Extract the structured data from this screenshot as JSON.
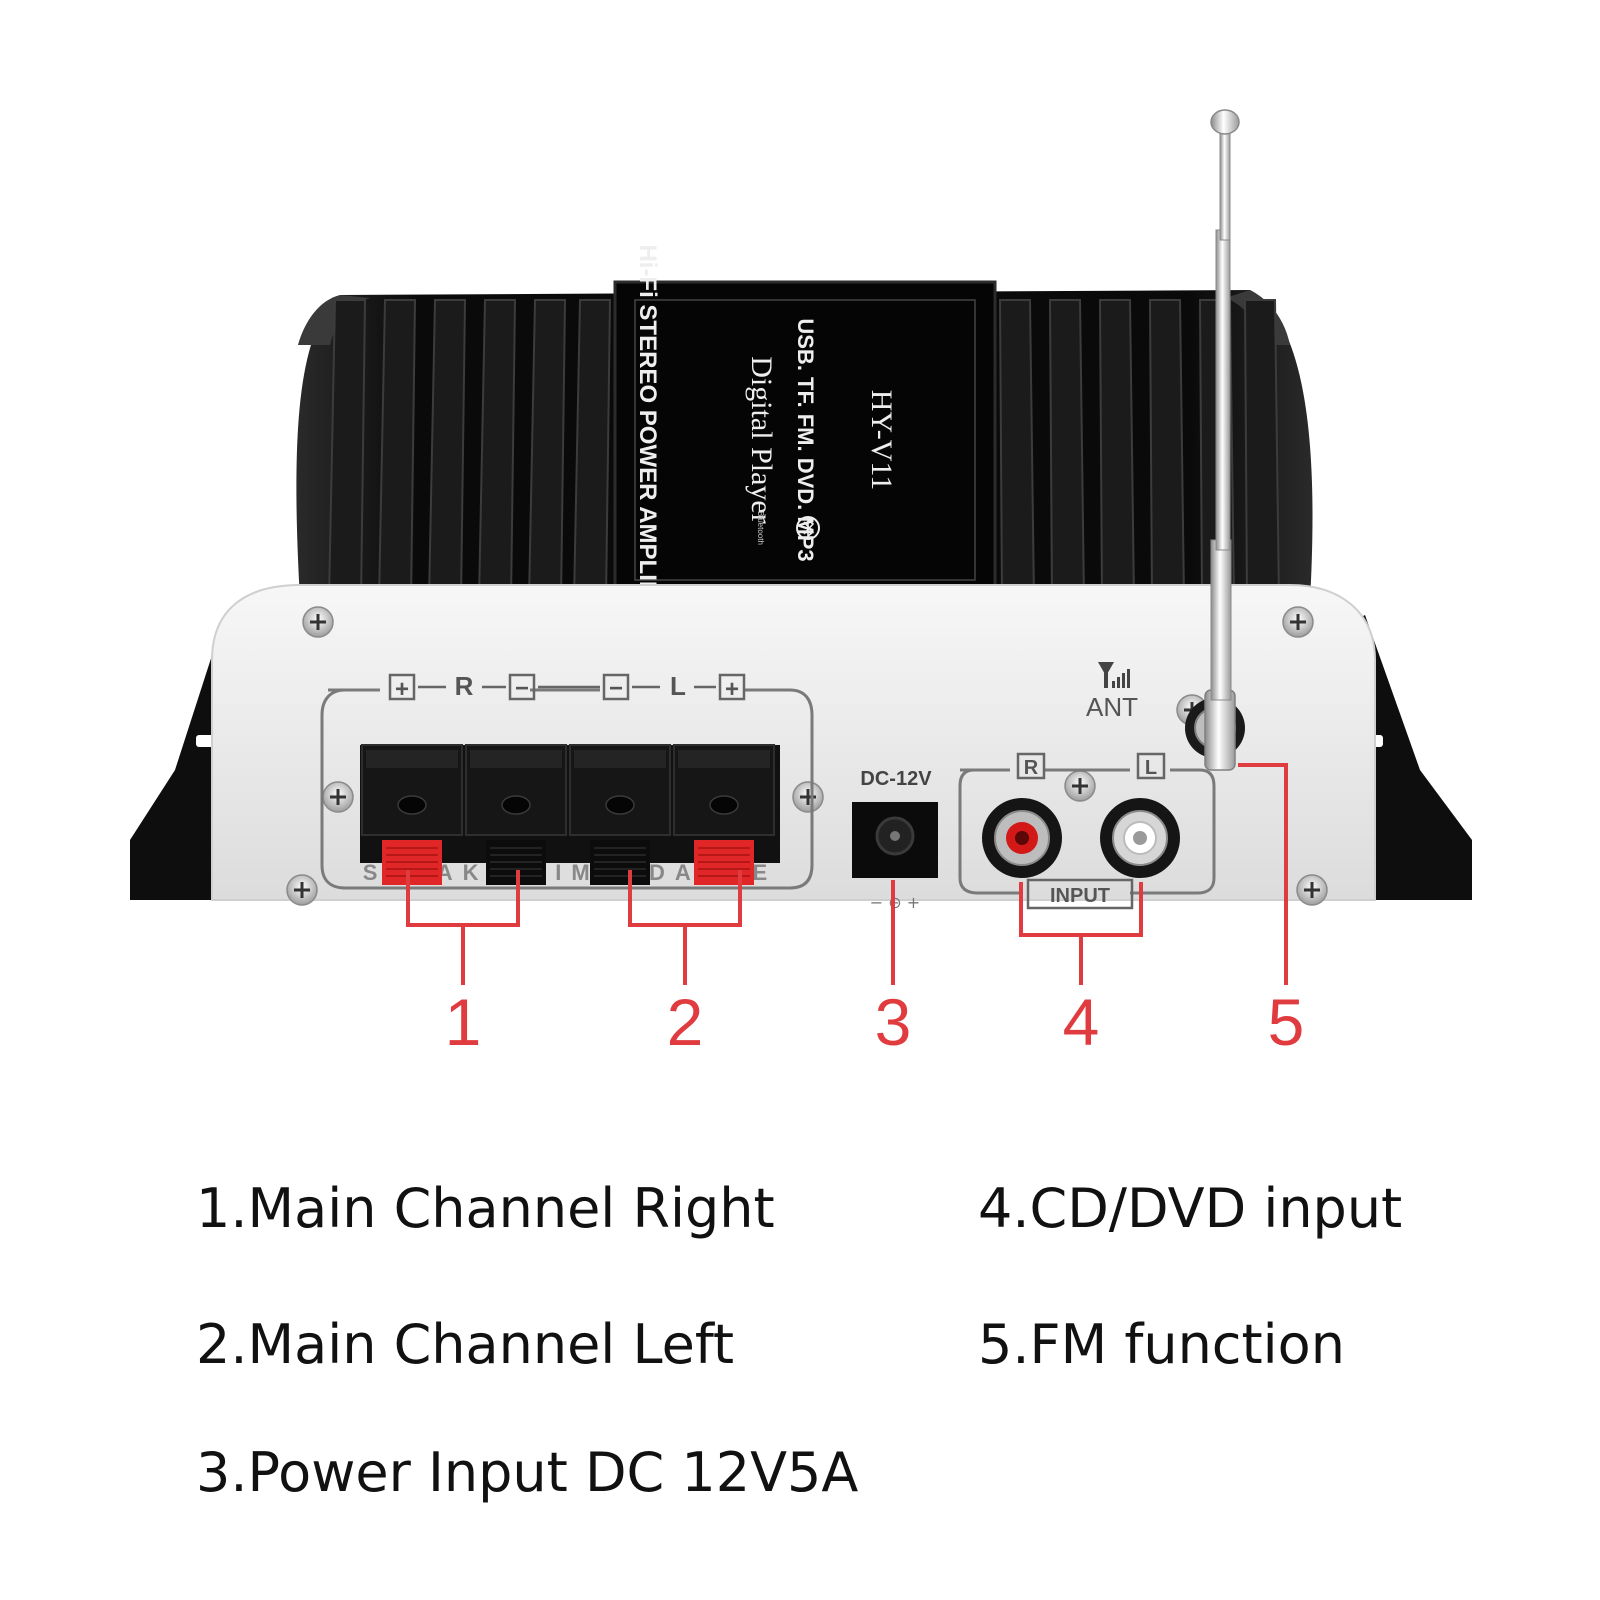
{
  "colors": {
    "callout": "#e03c3f",
    "housing": "#0d0d0d",
    "panel": "#ececec",
    "fins": "#1b1b1b"
  },
  "device": {
    "model": "HY-V11",
    "top_line": "USB. TF. FM. DVD. MP3",
    "player": "Digital Player",
    "amp": "Hi-Fi STEREO POWER AMPLIFIER",
    "bt_icon": "bluetooth-icon",
    "bt_text": "Bluetooth",
    "speaker_plus": "+",
    "speaker_minus": "−",
    "speaker_r": "R",
    "speaker_l": "L",
    "terminal_text": "SPEAKER IMPEDANCE",
    "dc_label": "DC-12V",
    "dc_polarity": "−  ⊖  +",
    "input_r": "R",
    "input_l": "L",
    "input_label": "INPUT",
    "ant_label": "ANT",
    "ant_icon": "antenna-signal-icon"
  },
  "callouts": [
    "1",
    "2",
    "3",
    "4",
    "5"
  ],
  "legend": {
    "item1": "1.Main Channel Right",
    "item2": "2.Main Channel Left",
    "item3": "3.Power Input DC 12V5A",
    "item4": "4.CD/DVD input",
    "item5": "5.FM function"
  }
}
